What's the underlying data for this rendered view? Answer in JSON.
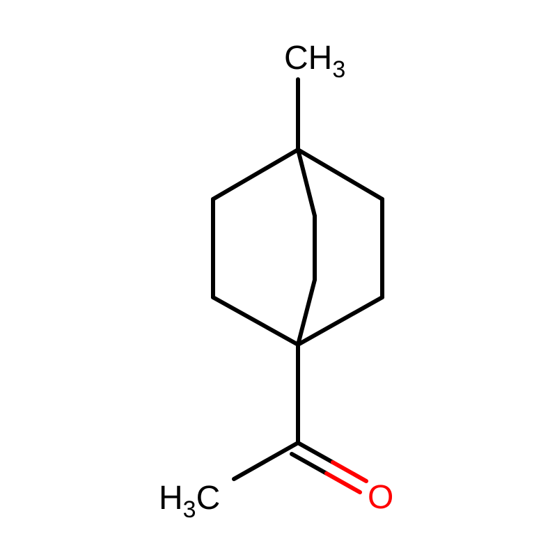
{
  "molecule": {
    "atoms": [
      {
        "id": "methyl-top",
        "element": "C",
        "label_main": "CH",
        "label_sub": "3",
        "color": "#000000"
      },
      {
        "id": "methyl-bottom",
        "element": "C",
        "label_main_h": "H",
        "label_sub": "3",
        "label_main_c": "C",
        "color": "#000000"
      },
      {
        "id": "oxygen",
        "element": "O",
        "label": "O",
        "color": "#ff0000"
      }
    ],
    "bond_colors": {
      "default": "#000000",
      "oxygen": "#ff0000"
    }
  }
}
